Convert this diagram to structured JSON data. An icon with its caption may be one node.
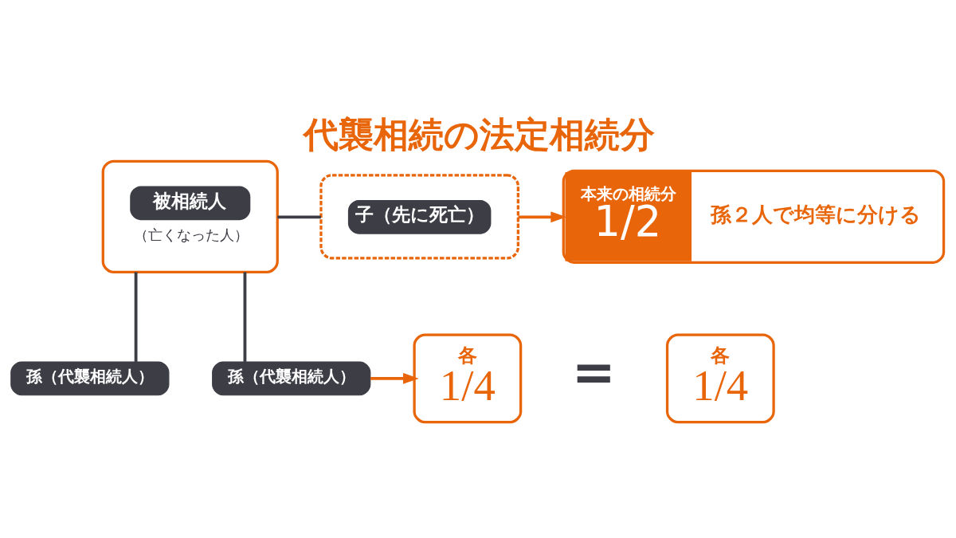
{
  "diagram": {
    "title": "代襲相続の法定相続分",
    "nodes": [
      {
        "text": [
          "被相続人",
          "（亡くなった人）"
        ]
      },
      {
        "text": [
          "子（先に死亡）"
        ]
      },
      {
        "text": [
          "本来の相続分",
          "1/2",
          "孫２人で均等に分ける"
        ]
      },
      {
        "text": [
          "孫（代襲相続人）"
        ]
      },
      {
        "text": [
          "孫（代襲相続人）"
        ]
      },
      {
        "text": [
          "各",
          "1/4"
        ]
      },
      {
        "text": [
          "各",
          "1/4"
        ]
      }
    ],
    "edges": [
      {
        "from": 0,
        "to": 1,
        "arrow": "none"
      },
      {
        "from": 0,
        "to": 3,
        "arrow": "none"
      },
      {
        "from": 0,
        "to": 4,
        "arrow": "none"
      },
      {
        "from": 1,
        "to": 2,
        "arrow": "to",
        "color": "#e8650a"
      },
      {
        "from": 4,
        "to": 5,
        "arrow": "to",
        "color": "#e8650a"
      }
    ],
    "labels": [
      "="
    ]
  }
}
